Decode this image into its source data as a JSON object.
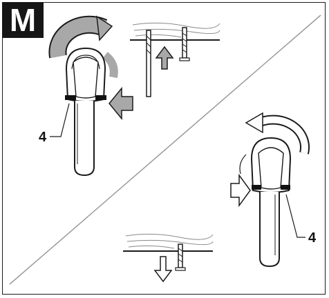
{
  "panel_label": "M",
  "callouts": {
    "left": "4",
    "right": "4"
  },
  "colors": {
    "arrow_fill": "#a8a8a8",
    "badge_bg": "#161616",
    "line": "#1a1a1a"
  }
}
